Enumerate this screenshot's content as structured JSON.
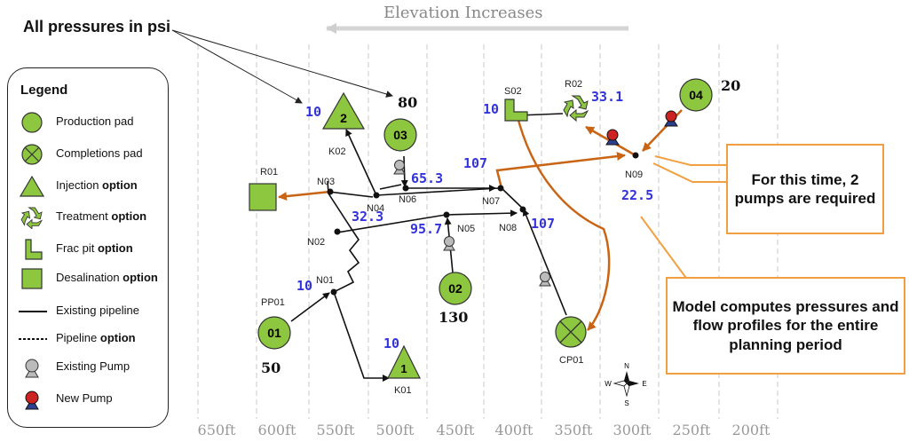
{
  "header": {
    "note": "All pressures in psi",
    "elevation_label": "Elevation Increases"
  },
  "axis": {
    "ticks": [
      "650ft",
      "600ft",
      "550ft",
      "500ft",
      "450ft",
      "400ft",
      "350ft",
      "300ft",
      "250ft",
      "200ft"
    ]
  },
  "legend": {
    "title": "Legend",
    "items": [
      {
        "icon": "production-pad-icon",
        "label": "Production pad",
        "bold": ""
      },
      {
        "icon": "completions-pad-icon",
        "label": "Completions pad",
        "bold": ""
      },
      {
        "icon": "injection-icon",
        "label": "Injection ",
        "bold": "option"
      },
      {
        "icon": "treatment-icon",
        "label": "Treatment ",
        "bold": "option"
      },
      {
        "icon": "frac-pit-icon",
        "label": "Frac pit ",
        "bold": "option"
      },
      {
        "icon": "desalination-icon",
        "label": "Desalination ",
        "bold": "option"
      },
      {
        "icon": "existing-pipeline-icon",
        "label": "Existing pipeline",
        "bold": ""
      },
      {
        "icon": "pipeline-option-icon",
        "label": "Pipeline ",
        "bold": "option"
      },
      {
        "icon": "existing-pump-icon",
        "label": "Existing Pump",
        "bold": ""
      },
      {
        "icon": "new-pump-icon",
        "label": "New Pump",
        "bold": ""
      }
    ]
  },
  "nodes": {
    "PP01": {
      "name": "PP01",
      "badge": "01",
      "pressure": "50"
    },
    "PP02": {
      "badge": "02",
      "pressure": "130"
    },
    "PP03": {
      "badge": "03",
      "pressure": "80"
    },
    "PP04": {
      "badge": "04",
      "pressure": "20"
    },
    "K01": {
      "name": "K01",
      "badge": "1",
      "pressure": "10"
    },
    "K02": {
      "name": "K02",
      "badge": "2",
      "pressure": "10"
    },
    "R01": {
      "name": "R01"
    },
    "R02": {
      "name": "R02",
      "pressure": "33.1"
    },
    "S02": {
      "name": "S02",
      "pressure": "10"
    },
    "CP01": {
      "name": "CP01"
    },
    "N01": {
      "name": "N01",
      "pressure": "10"
    },
    "N02": {
      "name": "N02"
    },
    "N03": {
      "name": "N03"
    },
    "N04": {
      "name": "N04"
    },
    "N05": {
      "name": "N05",
      "pressure": "95.7"
    },
    "N06": {
      "name": "N06",
      "pressure": "65.3"
    },
    "N07": {
      "name": "N07",
      "pressure": "107"
    },
    "N08": {
      "name": "N08",
      "pressure": "107"
    },
    "N09": {
      "name": "N09",
      "pressure": "22.5"
    },
    "N02N08": {
      "pressure": "32.3"
    }
  },
  "compass": {
    "n": "N",
    "s": "S",
    "e": "E",
    "w": "W"
  },
  "callouts": {
    "pumps": "For this time, 2 pumps are required",
    "model": "Model computes pressures and flow profiles for the entire planning period"
  },
  "colors": {
    "pad_green": "#8dc63f",
    "pressure_blue": "#3333dd",
    "pipe_orange": "#c86414",
    "callout_border": "#f0a040",
    "new_pump_red": "#cc2222"
  }
}
